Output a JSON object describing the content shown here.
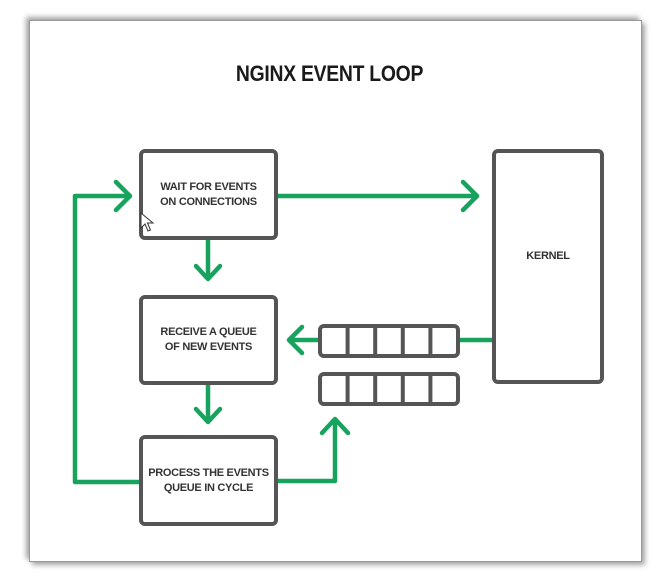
{
  "title": "NGINX EVENT LOOP",
  "colors": {
    "arrow": "#17a35e",
    "box_stroke": "#555555",
    "text": "#333333",
    "background": "#ffffff"
  },
  "nodes": {
    "wait": {
      "label_line1": "WAIT FOR EVENTS",
      "label_line2": "ON CONNECTIONS"
    },
    "receive": {
      "label_line1": "RECEIVE A QUEUE",
      "label_line2": "OF NEW EVENTS"
    },
    "process": {
      "label_line1": "PROCESS THE EVENTS",
      "label_line2": "QUEUE IN CYCLE"
    },
    "kernel": {
      "label": "KERNEL"
    }
  },
  "queues": [
    {
      "name": "incoming-queue",
      "cells": 5
    },
    {
      "name": "outgoing-queue",
      "cells": 5
    }
  ],
  "edges": [
    {
      "from": "wait",
      "to": "kernel"
    },
    {
      "from": "wait",
      "to": "receive"
    },
    {
      "from": "kernel",
      "to": "incoming-queue"
    },
    {
      "from": "incoming-queue",
      "to": "receive"
    },
    {
      "from": "receive",
      "to": "process"
    },
    {
      "from": "process",
      "to": "outgoing-queue"
    },
    {
      "from": "process",
      "to": "wait"
    }
  ],
  "cursor": "arrow-pointer"
}
